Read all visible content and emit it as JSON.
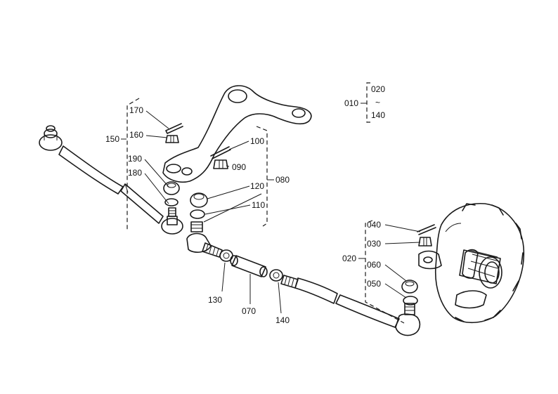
{
  "labels": {
    "p010": "010",
    "p020_top": "020",
    "range_sep": "~",
    "p140_top": "140",
    "p150": "150",
    "p160": "160",
    "p170": "170",
    "p180": "180",
    "p190": "190",
    "p100": "100",
    "p090": "090",
    "p080": "080",
    "p120": "120",
    "p110": "110",
    "p040": "040",
    "p030": "030",
    "p020": "020",
    "p060": "060",
    "p050": "050",
    "p130": "130",
    "p070": "070",
    "p140": "140"
  }
}
